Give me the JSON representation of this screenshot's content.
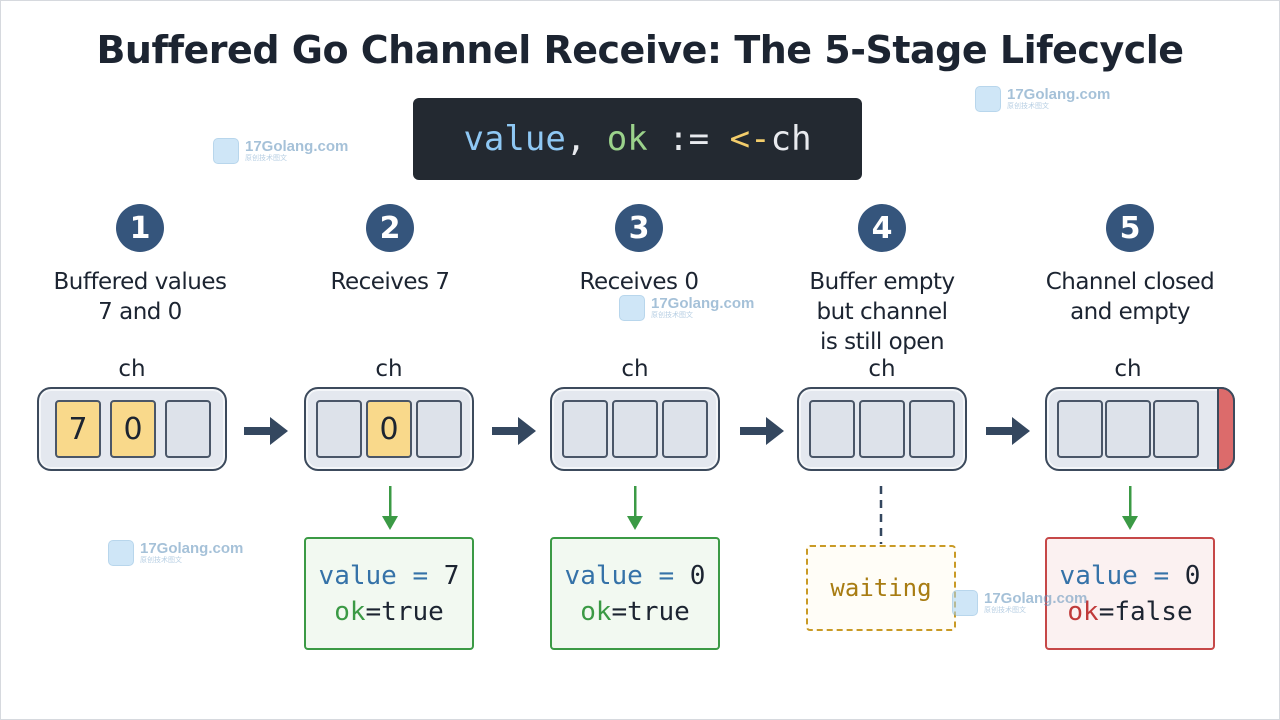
{
  "title": "Buffered Go Channel Receive: The 5-Stage Lifecycle",
  "code": {
    "value": "value",
    "comma": ",",
    "ok": "ok",
    "assign": ":=",
    "arrow": "<-",
    "ch": "ch"
  },
  "stages": [
    {
      "num": "1",
      "label_lines": [
        "Buffered values",
        "7 and 0"
      ],
      "channel_label": "ch",
      "slots": [
        "7",
        "0",
        ""
      ]
    },
    {
      "num": "2",
      "label_lines": [
        "Receives 7"
      ],
      "channel_label": "ch",
      "slots": [
        "",
        "0",
        ""
      ],
      "result": {
        "value_kw": "value",
        "eq": "=",
        "val": "7",
        "ok_kw": "ok",
        "ok_eq": "=",
        "ok_val": "true"
      }
    },
    {
      "num": "3",
      "label_lines": [
        "Receives 0"
      ],
      "channel_label": "ch",
      "slots": [
        "",
        "",
        ""
      ],
      "result": {
        "value_kw": "value",
        "eq": "=",
        "val": "0",
        "ok_kw": "ok",
        "ok_eq": "=",
        "ok_val": "true"
      }
    },
    {
      "num": "4",
      "label_lines": [
        "Buffer empty",
        "but channel",
        "is still open"
      ],
      "channel_label": "ch",
      "slots": [
        "",
        "",
        ""
      ],
      "waiting": "waiting"
    },
    {
      "num": "5",
      "label_lines": [
        "Channel closed",
        "and empty"
      ],
      "channel_label": "ch",
      "slots": [
        "",
        "",
        ""
      ],
      "result": {
        "value_kw": "value",
        "eq": "=",
        "val": "0",
        "ok_kw": "ok",
        "ok_eq": "=",
        "ok_val": "false"
      }
    }
  ],
  "watermark": {
    "text": "17Golang.com",
    "sub": "原创技术图文"
  },
  "colors": {
    "badge": "#35557c",
    "slot_full": "#f9d98b",
    "closed": "#dc6b6b",
    "ok_border": "#3b9a45",
    "closed_border": "#c64848",
    "waiting_border": "#c99a25"
  }
}
